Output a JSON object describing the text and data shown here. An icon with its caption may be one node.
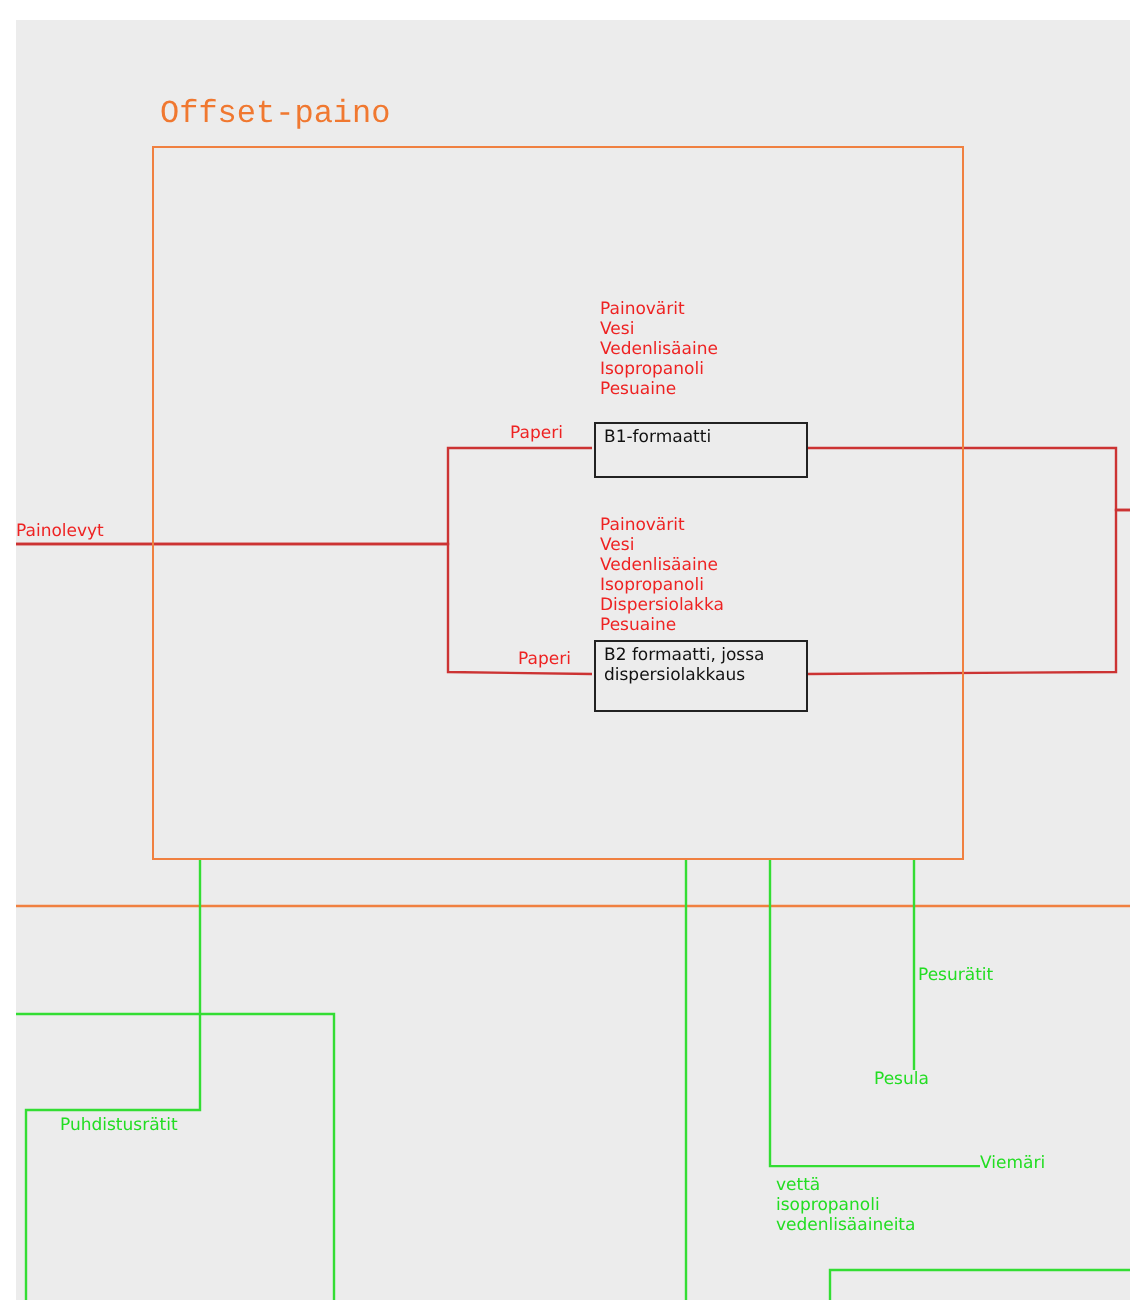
{
  "diagram": {
    "nodes": [
      {
        "text": [
          "Offset-paino"
        ]
      },
      {
        "text": [
          "B1-formaatti"
        ],
        "in": 0
      },
      {
        "text": [
          "B2 formaatti, jossa dispersiolakkaus"
        ],
        "in": 0
      },
      {
        "text": [
          "Painolevyt"
        ]
      },
      {
        "text": [
          "Pesula"
        ]
      },
      {
        "text": [
          "Viemäri"
        ]
      }
    ],
    "edges": [
      {
        "from": 3,
        "to": 1,
        "arrow": "none",
        "label": "Paperi",
        "color": "#cc3333"
      },
      {
        "from": 3,
        "to": 2,
        "arrow": "none",
        "label": "Paperi",
        "color": "#cc3333"
      },
      {
        "from": 1,
        "to": null,
        "arrow": "none",
        "color": "#cc3333"
      },
      {
        "from": 2,
        "to": null,
        "arrow": "none",
        "color": "#cc3333"
      },
      {
        "from": 0,
        "to": null,
        "arrow": "none",
        "label": "Puhdistusrätit",
        "color": "#33dd33"
      },
      {
        "from": 0,
        "to": null,
        "arrow": "none",
        "color": "#33dd33"
      },
      {
        "from": 0,
        "to": 5,
        "arrow": "none",
        "label": "vettä isopropanoli vedenlisäaineita",
        "color": "#33dd33"
      },
      {
        "from": 0,
        "to": 4,
        "arrow": "none",
        "label": "Pesurätit",
        "color": "#33dd33"
      }
    ],
    "labels": [
      "Painovärit",
      "Vesi",
      "Vedenlisäaine",
      "Isopropanoli",
      "Pesuaine",
      "Painovärit",
      "Vesi",
      "Vedenlisäaine",
      "Isopropanoli",
      "Dispersiolakka",
      "Pesuaine"
    ]
  }
}
